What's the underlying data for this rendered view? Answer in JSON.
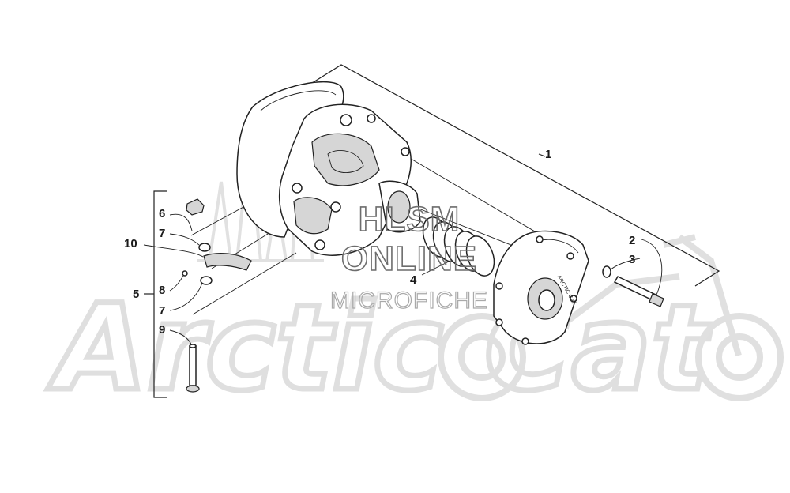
{
  "callouts": [
    {
      "id": "c1",
      "label": "1"
    },
    {
      "id": "c2",
      "label": "2"
    },
    {
      "id": "c3",
      "label": "3"
    },
    {
      "id": "c4",
      "label": "4"
    },
    {
      "id": "c5",
      "label": "5"
    },
    {
      "id": "c6",
      "label": "6"
    },
    {
      "id": "c7a",
      "label": "7"
    },
    {
      "id": "c7b",
      "label": "7"
    },
    {
      "id": "c8",
      "label": "8"
    },
    {
      "id": "c9",
      "label": "9"
    },
    {
      "id": "c10",
      "label": "10"
    }
  ],
  "watermark": {
    "line1": "HLSM",
    "line2": "ONLINE",
    "line3": "MICROFICHE",
    "brand": "Arctic Cat"
  },
  "stamp_text": "ARCTIC CAT"
}
